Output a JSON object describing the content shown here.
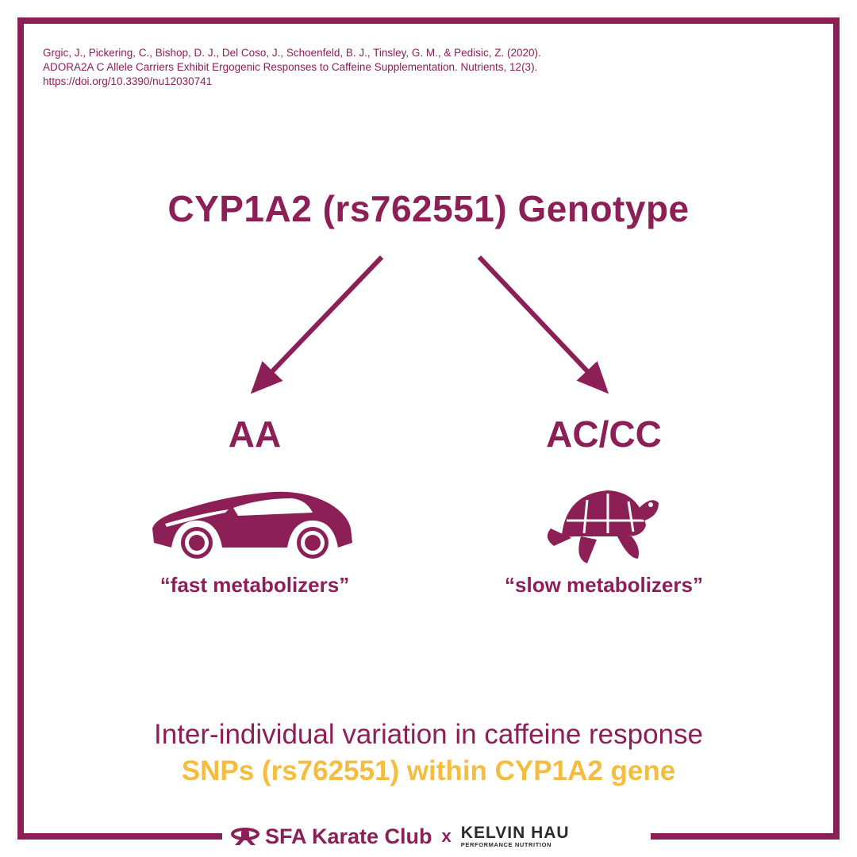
{
  "citation": {
    "line1": "Grgic, J., Pickering, C., Bishop, D. J., Del Coso, J., Schoenfeld, B. J., Tinsley, G. M., & Pedisic, Z. (2020).",
    "line2": "ADORA2A C Allele Carriers Exhibit Ergogenic Responses to Caffeine Supplementation. Nutrients, 12(3).",
    "line3": "https://doi.org/10.3390/nu12030741"
  },
  "title": "CYP1A2 (rs762551) Genotype",
  "branches": [
    {
      "genotype": "AA",
      "label": "“fast metabolizers”",
      "icon": "car-icon"
    },
    {
      "genotype": "AC/CC",
      "label": "“slow metabolizers”",
      "icon": "turtle-icon"
    }
  ],
  "subtitle": {
    "line1": "Inter-individual variation in caffeine response",
    "line2": "SNPs (rs762551) within CYP1A2 gene"
  },
  "footer": {
    "club": "SFA Karate Club",
    "separator": "x",
    "brand_name": "KELVIN HAU",
    "brand_tagline": "PERFORMANCE NUTRITION",
    "icon": "karate-belt-icon"
  },
  "colors": {
    "primary": "#8c1f56",
    "accent": "#f5bd3f",
    "dark": "#2b2b2b",
    "background": "#ffffff"
  }
}
